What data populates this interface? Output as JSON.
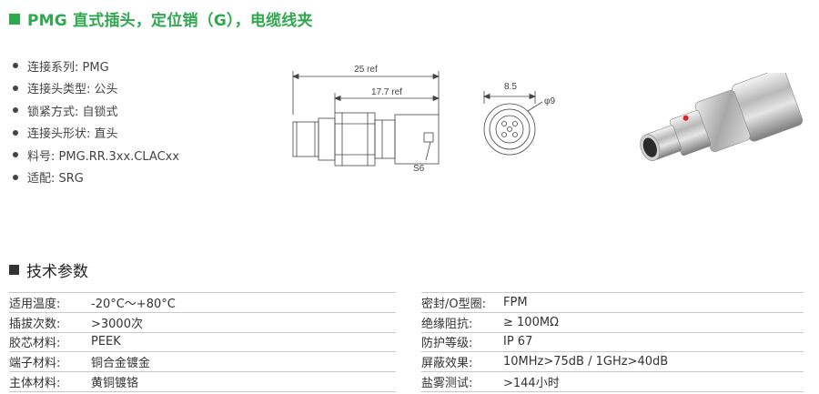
{
  "title": "PMG 直式插头，定位销（G），电缆线夹",
  "features": [
    "连接系列: PMG",
    "连接头类型: 公头",
    "锁紧方式: 自锁式",
    "连接头形状: 直头",
    "料号: PMG.RR.3xx.CLACxx",
    "适配: SRG"
  ],
  "drawing": {
    "dim_total": "25 ref",
    "dim_partial": "17.7 ref",
    "dim_hex": "S6",
    "dim_width": "8.5",
    "dim_diameter": "φ9"
  },
  "section_title": "技术参数",
  "specs_left": [
    {
      "label": "适用温度:",
      "value": "-20°C～+80°C"
    },
    {
      "label": "插拔次数:",
      "value": ">3000次"
    },
    {
      "label": "胶芯材料:",
      "value": "PEEK"
    },
    {
      "label": "端子材料:",
      "value": "铜合金镀金"
    },
    {
      "label": "主体材料:",
      "value": "黄铜镀铬"
    }
  ],
  "specs_right": [
    {
      "label": "密封/O型圈:",
      "value": "FPM"
    },
    {
      "label": "绝缘阻抗:",
      "value": "≥ 100MΩ"
    },
    {
      "label": "防护等级:",
      "value": "IP 67"
    },
    {
      "label": "屏蔽效果:",
      "value": "10MHz>75dB / 1GHz>40dB"
    },
    {
      "label": "盐雾测试:",
      "value": ">144小时"
    }
  ],
  "colors": {
    "accent": "#2fa84f",
    "text": "#333333",
    "rule": "#c9c9c9"
  },
  "icons": {
    "title_marker": "green-square-icon",
    "section_marker": "black-square-icon",
    "bullet": "bullet-dot-icon"
  }
}
